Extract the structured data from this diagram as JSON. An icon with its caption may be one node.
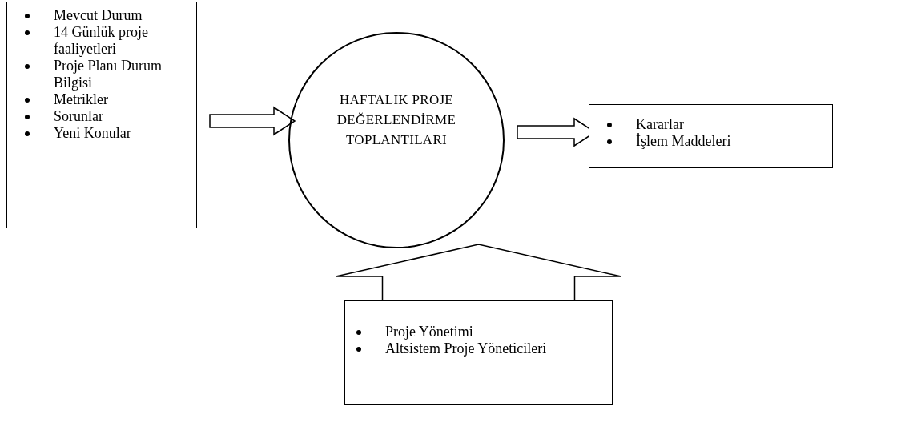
{
  "diagram": {
    "nodes": [
      {
        "text": [
          "Mevcut Durum",
          "14 Günlük proje faaliyetleri",
          "Proje Planı Durum Bilgisi",
          "Metrikler",
          "Sorunlar",
          "Yeni Konular"
        ]
      },
      {
        "text": [
          "HAFTALIK PROJE DEĞERLENDİRME TOPLANTILARI"
        ]
      },
      {
        "text": [
          "Kararlar",
          "İşlem Maddeleri"
        ]
      },
      {
        "text": [
          "Proje Yönetimi",
          "Altsistem Proje Yöneticileri"
        ]
      }
    ],
    "edges": [
      {
        "from": 0,
        "to": 1,
        "arrow": "to"
      },
      {
        "from": 1,
        "to": 2,
        "arrow": "to"
      },
      {
        "from": 3,
        "to": 1,
        "arrow": "to"
      }
    ]
  }
}
